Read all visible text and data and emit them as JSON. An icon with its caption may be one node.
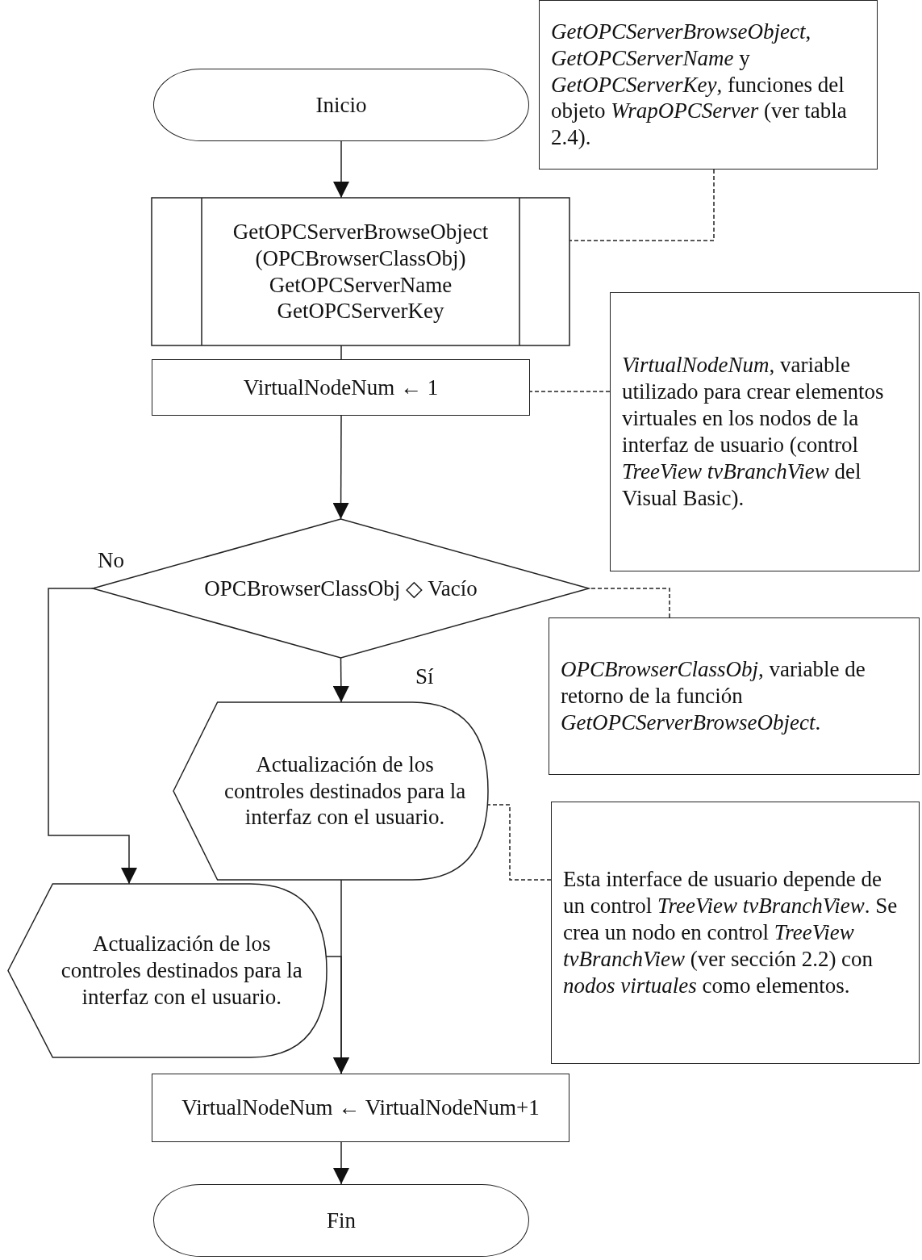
{
  "diagram": {
    "nodes": [
      {
        "text": [
          "Inicio"
        ]
      },
      {
        "text": [
          "*GetOPCServerBrowseObject*, *GetOPCServerName* y *GetOPCServerKey*, funciones del objeto *WrapOPCServer* (ver tabla 2.4)."
        ]
      },
      {
        "text": [
          "GetOPCServerBrowseObject (OPCBrowserClassObj)",
          "GetOPCServerName",
          "GetOPCServerKey"
        ]
      },
      {
        "text": [
          "VirtualNodeNum ← 1"
        ]
      },
      {
        "text": [
          "*VirtualNodeNum*, variable utilizado para crear elementos virtuales en los nodos de la interfaz de usuario (control *TreeView tvBranchView* del Visual Basic)."
        ]
      },
      {
        "text": [
          "OPCBrowserClassObj ◇ Vacío"
        ]
      },
      {
        "text": [
          "*OPCBrowserClassObj*, variable de retorno de la función *GetOPCServerBrowseObject*."
        ]
      },
      {
        "text": [
          "Actualización de los controles destinados para la interfaz con el usuario."
        ]
      },
      {
        "text": [
          "Esta interface de usuario depende de un control *TreeView tvBranchView*. Se crea un nodo en control *TreeView tvBranchView* (ver sección 2.2) con *nodos virtuales* como elementos."
        ]
      },
      {
        "text": [
          "Actualización de los controles destinados para la interfaz con el usuario."
        ]
      },
      {
        "text": [
          "VirtualNodeNum ← VirtualNodeNum+1"
        ]
      },
      {
        "text": [
          "Fin"
        ]
      }
    ],
    "edges": [
      {
        "from": 0,
        "to": 2,
        "arrow": "to"
      },
      {
        "from": 2,
        "to": 3,
        "arrow": "none"
      },
      {
        "from": 3,
        "to": 5,
        "arrow": "to"
      },
      {
        "from": 5,
        "to": 7,
        "arrow": "to",
        "label": "Sí"
      },
      {
        "from": 5,
        "to": 9,
        "arrow": "to",
        "label": "No"
      },
      {
        "from": 7,
        "to": 10,
        "arrow": "to"
      },
      {
        "from": 9,
        "to": 10,
        "arrow": "to"
      },
      {
        "from": 10,
        "to": 11,
        "arrow": "to"
      },
      {
        "from": 1,
        "to": 2,
        "arrow": "none",
        "style": "dashed"
      },
      {
        "from": 4,
        "to": 3,
        "arrow": "none",
        "style": "dashed"
      },
      {
        "from": 6,
        "to": 5,
        "arrow": "none",
        "style": "dashed"
      },
      {
        "from": 8,
        "to": 7,
        "arrow": "none",
        "style": "dashed"
      }
    ]
  }
}
